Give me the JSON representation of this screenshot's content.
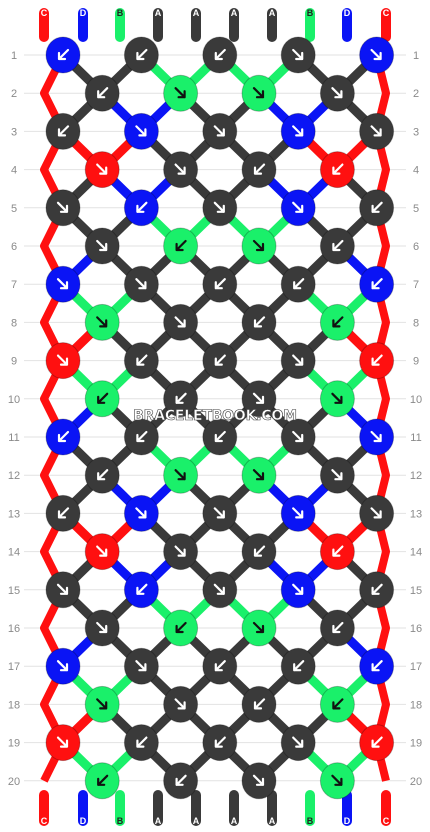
{
  "watermark": "BRACELETBOOK.COM",
  "colors": {
    "A": "#3a3a3a",
    "B": "#1af06a",
    "C": "#ff1010",
    "D": "#0a14f5"
  },
  "top_strings": [
    "C",
    "D",
    "B",
    "A",
    "A",
    "A",
    "A",
    "B",
    "D",
    "C"
  ],
  "bottom_strings": [
    "C",
    "D",
    "B",
    "A",
    "A",
    "A",
    "A",
    "B",
    "D",
    "C"
  ],
  "rows": [
    {
      "label": "1",
      "knots": [
        {
          "c": "D",
          "d": "bl"
        },
        {
          "c": "A",
          "d": "bl"
        },
        {
          "c": "A",
          "d": "bl"
        },
        {
          "c": "A",
          "d": "br"
        },
        {
          "c": "D",
          "d": "br"
        }
      ]
    },
    {
      "label": "2",
      "knots": [
        {
          "c": "A",
          "d": "bl"
        },
        {
          "c": "B",
          "d": "br"
        },
        {
          "c": "B",
          "d": "br"
        },
        {
          "c": "A",
          "d": "br"
        }
      ]
    },
    {
      "label": "3",
      "knots": [
        {
          "c": "A",
          "d": "bl"
        },
        {
          "c": "D",
          "d": "br"
        },
        {
          "c": "A",
          "d": "br"
        },
        {
          "c": "D",
          "d": "br"
        },
        {
          "c": "A",
          "d": "br"
        }
      ]
    },
    {
      "label": "4",
      "knots": [
        {
          "c": "C",
          "d": "br"
        },
        {
          "c": "A",
          "d": "br"
        },
        {
          "c": "A",
          "d": "bl"
        },
        {
          "c": "C",
          "d": "bl"
        }
      ]
    },
    {
      "label": "5",
      "knots": [
        {
          "c": "A",
          "d": "br"
        },
        {
          "c": "D",
          "d": "bl"
        },
        {
          "c": "A",
          "d": "br"
        },
        {
          "c": "D",
          "d": "br"
        },
        {
          "c": "A",
          "d": "bl"
        }
      ]
    },
    {
      "label": "6",
      "knots": [
        {
          "c": "A",
          "d": "br"
        },
        {
          "c": "B",
          "d": "bl"
        },
        {
          "c": "B",
          "d": "br"
        },
        {
          "c": "A",
          "d": "bl"
        }
      ]
    },
    {
      "label": "7",
      "knots": [
        {
          "c": "D",
          "d": "br"
        },
        {
          "c": "A",
          "d": "br"
        },
        {
          "c": "A",
          "d": "bl"
        },
        {
          "c": "A",
          "d": "bl"
        },
        {
          "c": "D",
          "d": "bl"
        }
      ]
    },
    {
      "label": "8",
      "knots": [
        {
          "c": "B",
          "d": "br"
        },
        {
          "c": "A",
          "d": "br"
        },
        {
          "c": "A",
          "d": "bl"
        },
        {
          "c": "B",
          "d": "bl"
        }
      ]
    },
    {
      "label": "9",
      "knots": [
        {
          "c": "C",
          "d": "br"
        },
        {
          "c": "A",
          "d": "bl"
        },
        {
          "c": "A",
          "d": "bl"
        },
        {
          "c": "A",
          "d": "br"
        },
        {
          "c": "C",
          "d": "bl"
        }
      ]
    },
    {
      "label": "10",
      "knots": [
        {
          "c": "B",
          "d": "bl"
        },
        {
          "c": "A",
          "d": "bl"
        },
        {
          "c": "A",
          "d": "br"
        },
        {
          "c": "B",
          "d": "br"
        }
      ]
    },
    {
      "label": "11",
      "knots": [
        {
          "c": "D",
          "d": "bl"
        },
        {
          "c": "A",
          "d": "bl"
        },
        {
          "c": "A",
          "d": "bl"
        },
        {
          "c": "A",
          "d": "br"
        },
        {
          "c": "D",
          "d": "br"
        }
      ]
    },
    {
      "label": "12",
      "knots": [
        {
          "c": "A",
          "d": "bl"
        },
        {
          "c": "B",
          "d": "br"
        },
        {
          "c": "B",
          "d": "br"
        },
        {
          "c": "A",
          "d": "br"
        }
      ]
    },
    {
      "label": "13",
      "knots": [
        {
          "c": "A",
          "d": "bl"
        },
        {
          "c": "D",
          "d": "br"
        },
        {
          "c": "A",
          "d": "br"
        },
        {
          "c": "D",
          "d": "br"
        },
        {
          "c": "A",
          "d": "br"
        }
      ]
    },
    {
      "label": "14",
      "knots": [
        {
          "c": "C",
          "d": "br"
        },
        {
          "c": "A",
          "d": "br"
        },
        {
          "c": "A",
          "d": "bl"
        },
        {
          "c": "C",
          "d": "bl"
        }
      ]
    },
    {
      "label": "15",
      "knots": [
        {
          "c": "A",
          "d": "br"
        },
        {
          "c": "D",
          "d": "bl"
        },
        {
          "c": "A",
          "d": "br"
        },
        {
          "c": "D",
          "d": "br"
        },
        {
          "c": "A",
          "d": "bl"
        }
      ]
    },
    {
      "label": "16",
      "knots": [
        {
          "c": "A",
          "d": "br"
        },
        {
          "c": "B",
          "d": "bl"
        },
        {
          "c": "B",
          "d": "br"
        },
        {
          "c": "A",
          "d": "bl"
        }
      ]
    },
    {
      "label": "17",
      "knots": [
        {
          "c": "D",
          "d": "br"
        },
        {
          "c": "A",
          "d": "br"
        },
        {
          "c": "A",
          "d": "bl"
        },
        {
          "c": "A",
          "d": "bl"
        },
        {
          "c": "D",
          "d": "bl"
        }
      ]
    },
    {
      "label": "18",
      "knots": [
        {
          "c": "B",
          "d": "br"
        },
        {
          "c": "A",
          "d": "br"
        },
        {
          "c": "A",
          "d": "bl"
        },
        {
          "c": "B",
          "d": "bl"
        }
      ]
    },
    {
      "label": "19",
      "knots": [
        {
          "c": "C",
          "d": "br"
        },
        {
          "c": "A",
          "d": "bl"
        },
        {
          "c": "A",
          "d": "bl"
        },
        {
          "c": "A",
          "d": "br"
        },
        {
          "c": "C",
          "d": "bl"
        }
      ]
    },
    {
      "label": "20",
      "knots": [
        {
          "c": "B",
          "d": "bl"
        },
        {
          "c": "A",
          "d": "bl"
        },
        {
          "c": "A",
          "d": "br"
        },
        {
          "c": "B",
          "d": "br"
        }
      ]
    }
  ]
}
